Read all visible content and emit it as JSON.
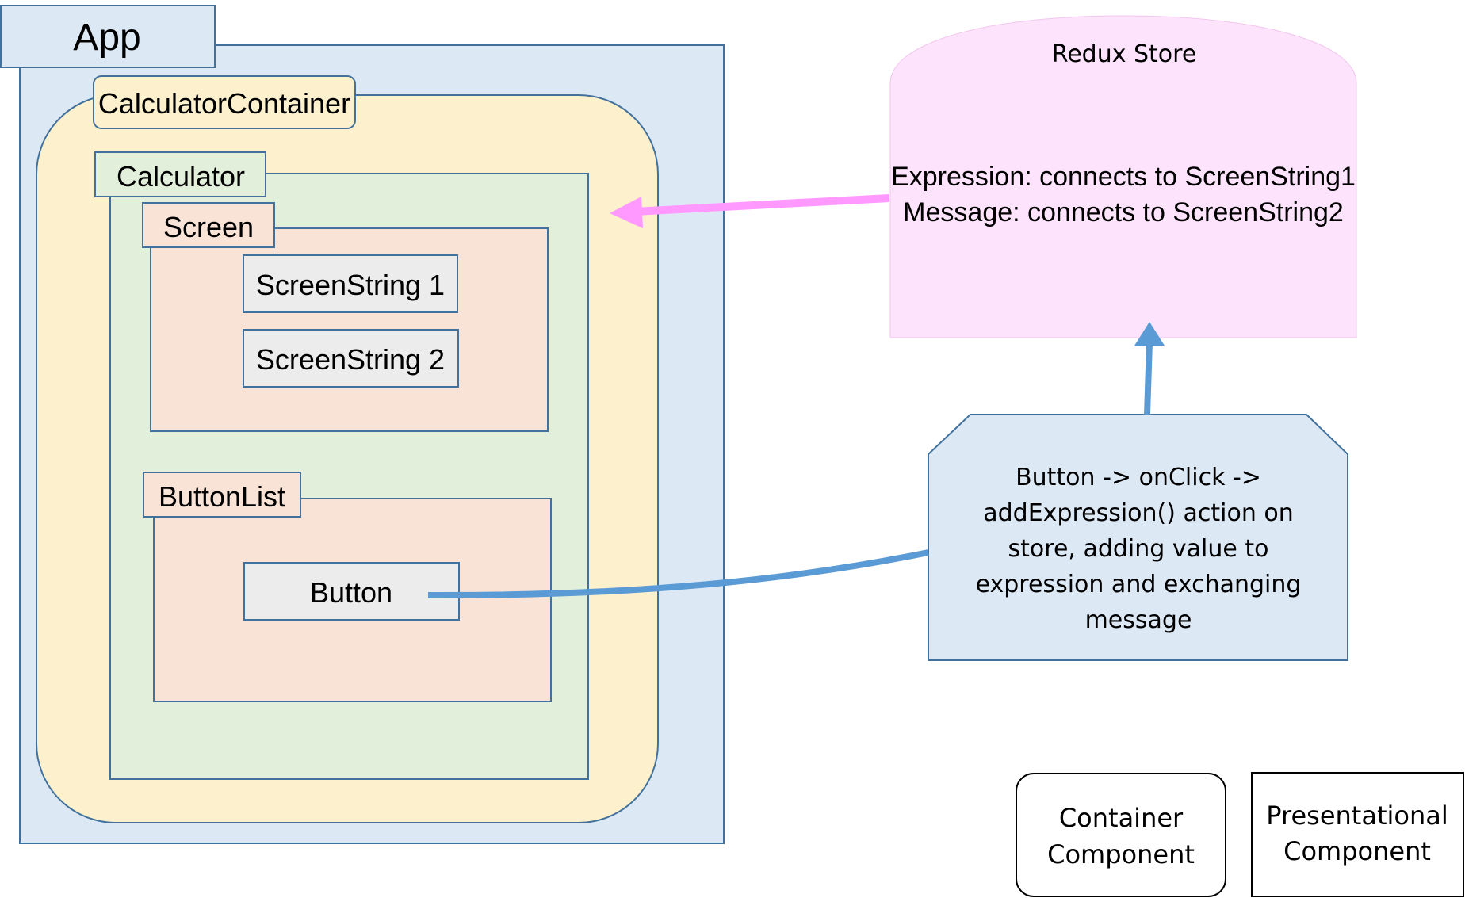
{
  "app": {
    "label": "App"
  },
  "calculator_container": {
    "label": "CalculatorContainer"
  },
  "calculator": {
    "label": "Calculator"
  },
  "screen": {
    "label": "Screen",
    "strings": [
      "ScreenString 1",
      "ScreenString 2"
    ]
  },
  "button_list": {
    "label": "ButtonList",
    "button_label": "Button"
  },
  "redux_store": {
    "title": "Redux Store",
    "lines": [
      "Expression: connects to ScreenString1",
      "Message: connects to ScreenString2"
    ]
  },
  "action_note": {
    "lines": [
      "Button -> onClick ->",
      "addExpression() action on",
      "store, adding value to",
      "expression and exchanging",
      "message"
    ]
  },
  "legend": {
    "container": [
      "Container",
      "Component"
    ],
    "presentational": [
      "Presentational",
      "Component"
    ]
  },
  "colors": {
    "app_fill": "#dde8f5",
    "container_fill": "#fdf0cc",
    "calculator_fill": "#e2efda",
    "screen_fill": "#f9e3d6",
    "leaf_fill": "#ececec",
    "store_fill": "#fde3fb",
    "store_arrow": "#ff99ff",
    "action_arrow": "#5b9bd5",
    "stroke": "#41719c"
  }
}
